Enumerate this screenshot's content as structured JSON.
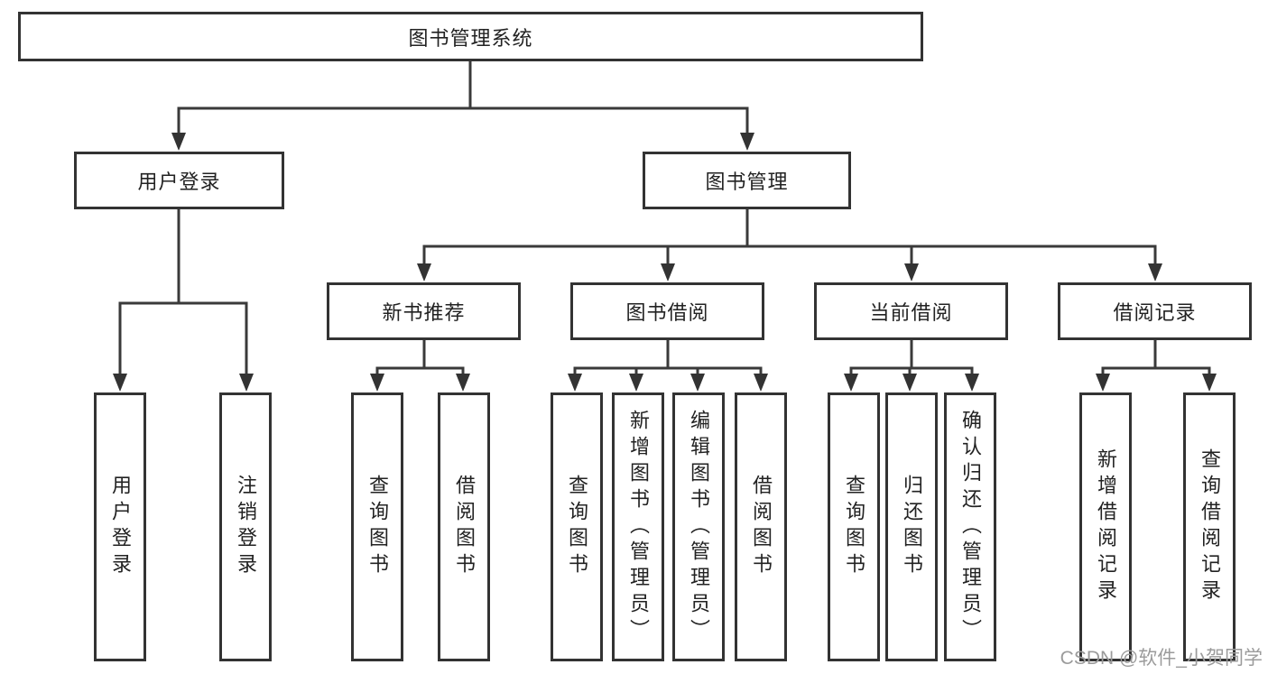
{
  "diagram_type": "hierarchy-tree",
  "colors": {
    "line": "#3a3a3a",
    "box_border": "#333333",
    "box_fill": "#ffffff",
    "text": "#222222",
    "watermark": "#9b9b9b"
  },
  "hierarchy": {
    "label": "图书管理系统",
    "children": [
      {
        "label": "用户登录",
        "children": [
          {
            "label": "用户登录"
          },
          {
            "label": "注销登录"
          }
        ]
      },
      {
        "label": "图书管理",
        "children": [
          {
            "label": "新书推荐",
            "children": [
              {
                "label": "查询图书"
              },
              {
                "label": "借阅图书"
              }
            ]
          },
          {
            "label": "图书借阅",
            "children": [
              {
                "label": "查询图书"
              },
              {
                "label": "新增图书（管理员）"
              },
              {
                "label": "编辑图书（管理员）"
              },
              {
                "label": "借阅图书"
              }
            ]
          },
          {
            "label": "当前借阅",
            "children": [
              {
                "label": "查询图书"
              },
              {
                "label": "归还图书"
              },
              {
                "label": "确认归还（管理员）"
              }
            ]
          },
          {
            "label": "借阅记录",
            "children": [
              {
                "label": "新增借阅记录"
              },
              {
                "label": "查询借阅记录"
              }
            ]
          }
        ]
      }
    ]
  },
  "watermark": {
    "text": "CSDN @软件_小贺同学"
  }
}
